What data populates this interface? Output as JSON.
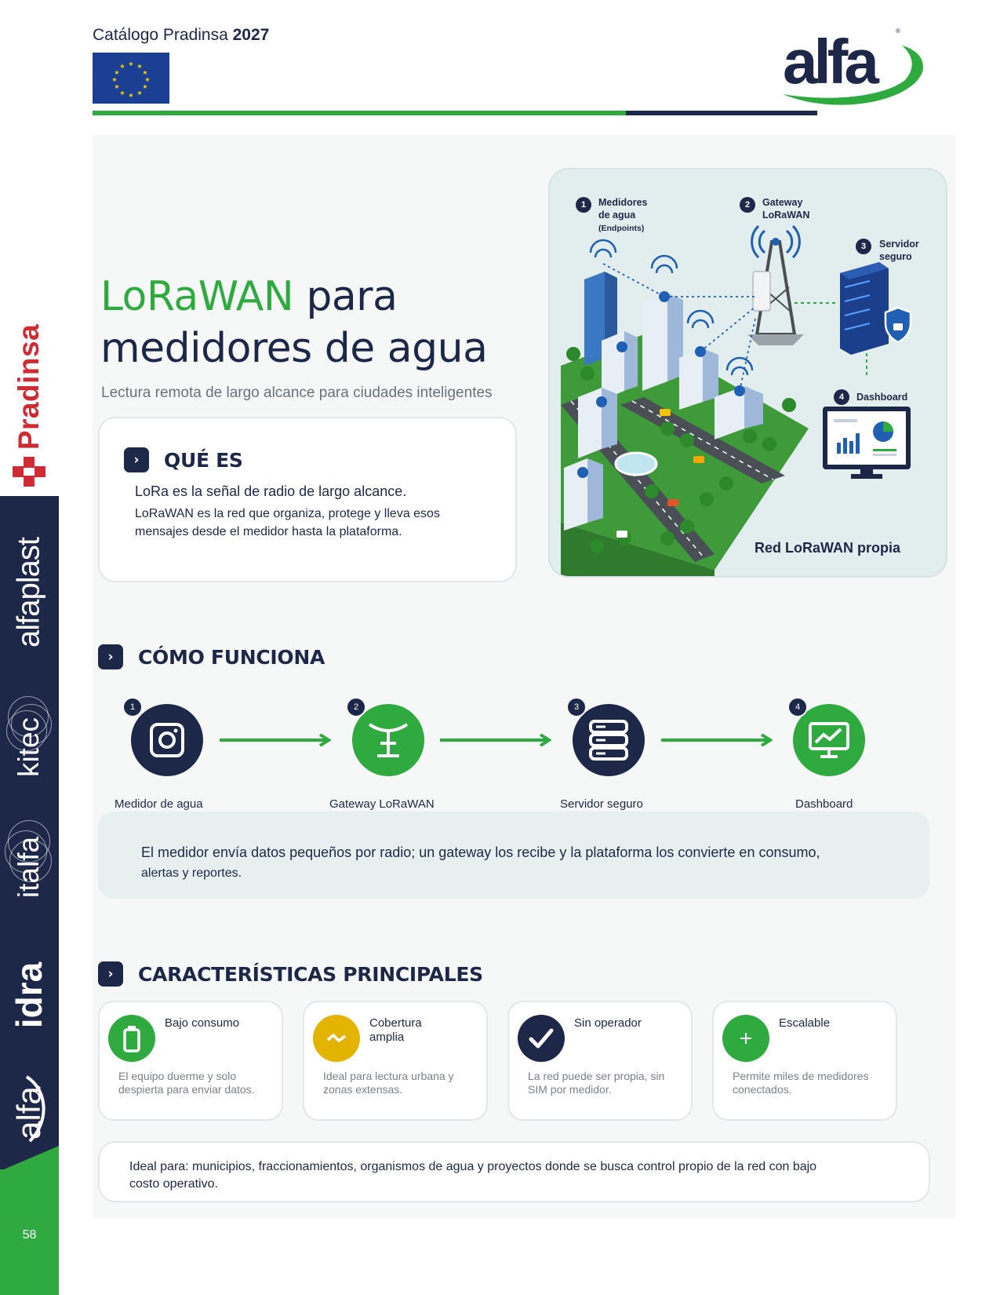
{
  "header": {
    "catalog_label": "Catálogo Pradinsa",
    "catalog_year": "2027",
    "logo_text": "alfa",
    "colors": {
      "navy": "#1d2748",
      "green": "#2eaa3f",
      "yellow": "#e2b400",
      "red": "#cf2b34"
    }
  },
  "brand_rail": {
    "brands": [
      "Pradinsa",
      "alfaplast",
      "kitec",
      "italfa",
      "idra",
      "alfa"
    ],
    "page_number": "58"
  },
  "hero": {
    "title_green": "LoRaWAN",
    "title_rest_1": "para",
    "title_line_2": "medidores de agua",
    "subtitle": "Lectura remota de largo alcance para ciudades inteligentes"
  },
  "que_es": {
    "section_title": "QUÉ ES",
    "lead": "LoRa es la señal de radio de largo alcance.",
    "body": "LoRaWAN es la red que organiza, protege y lleva esos mensajes desde el medidor hasta la plataforma."
  },
  "illustration": {
    "labels": [
      {
        "num": "1",
        "text": "Medidores de agua",
        "sub": "(Endpoints)"
      },
      {
        "num": "2",
        "text": "Gateway LoRaWAN"
      },
      {
        "num": "3",
        "text": "Servidor seguro"
      },
      {
        "num": "4",
        "text": "Dashboard"
      }
    ],
    "caption": "Red LoRaWAN propia"
  },
  "como_funciona": {
    "section_title": "CÓMO FUNCIONA",
    "steps": [
      {
        "num": "1",
        "label": "Medidor de agua",
        "icon": "meter-icon",
        "color": "#1d2748"
      },
      {
        "num": "2",
        "label": "Gateway LoRaWAN",
        "icon": "antenna-icon",
        "color": "#2eaa3f"
      },
      {
        "num": "3",
        "label": "Servidor seguro",
        "icon": "server-icon",
        "color": "#1d2748"
      },
      {
        "num": "4",
        "label": "Dashboard",
        "icon": "dashboard-icon",
        "color": "#2eaa3f"
      }
    ],
    "note_line_1": "El medidor envía datos pequeños por radio; un gateway los recibe y la plataforma los convierte en consumo,",
    "note_line_2": "alertas y reportes."
  },
  "caracteristicas": {
    "section_title": "CARACTERÍSTICAS PRINCIPALES",
    "items": [
      {
        "title": "Bajo consumo",
        "desc": "El equipo duerme y solo despierta para enviar datos.",
        "icon": "battery-icon",
        "color": "#2eaa3f"
      },
      {
        "title": "Cobertura amplia",
        "desc": "Ideal para lectura urbana y zonas extensas.",
        "icon": "signal-wave-icon",
        "color": "#e2b400"
      },
      {
        "title": "Sin operador",
        "desc": "La red puede ser propia, sin SIM por medidor.",
        "icon": "check-icon",
        "color": "#1d2748"
      },
      {
        "title": "Escalable",
        "desc": "Permite miles de medidores conectados.",
        "icon": "plus-icon",
        "color": "#2eaa3f"
      }
    ],
    "ideal_text": "Ideal para: municipios, fraccionamientos, organismos de agua y proyectos donde se busca control propio de la red con bajo costo operativo."
  }
}
